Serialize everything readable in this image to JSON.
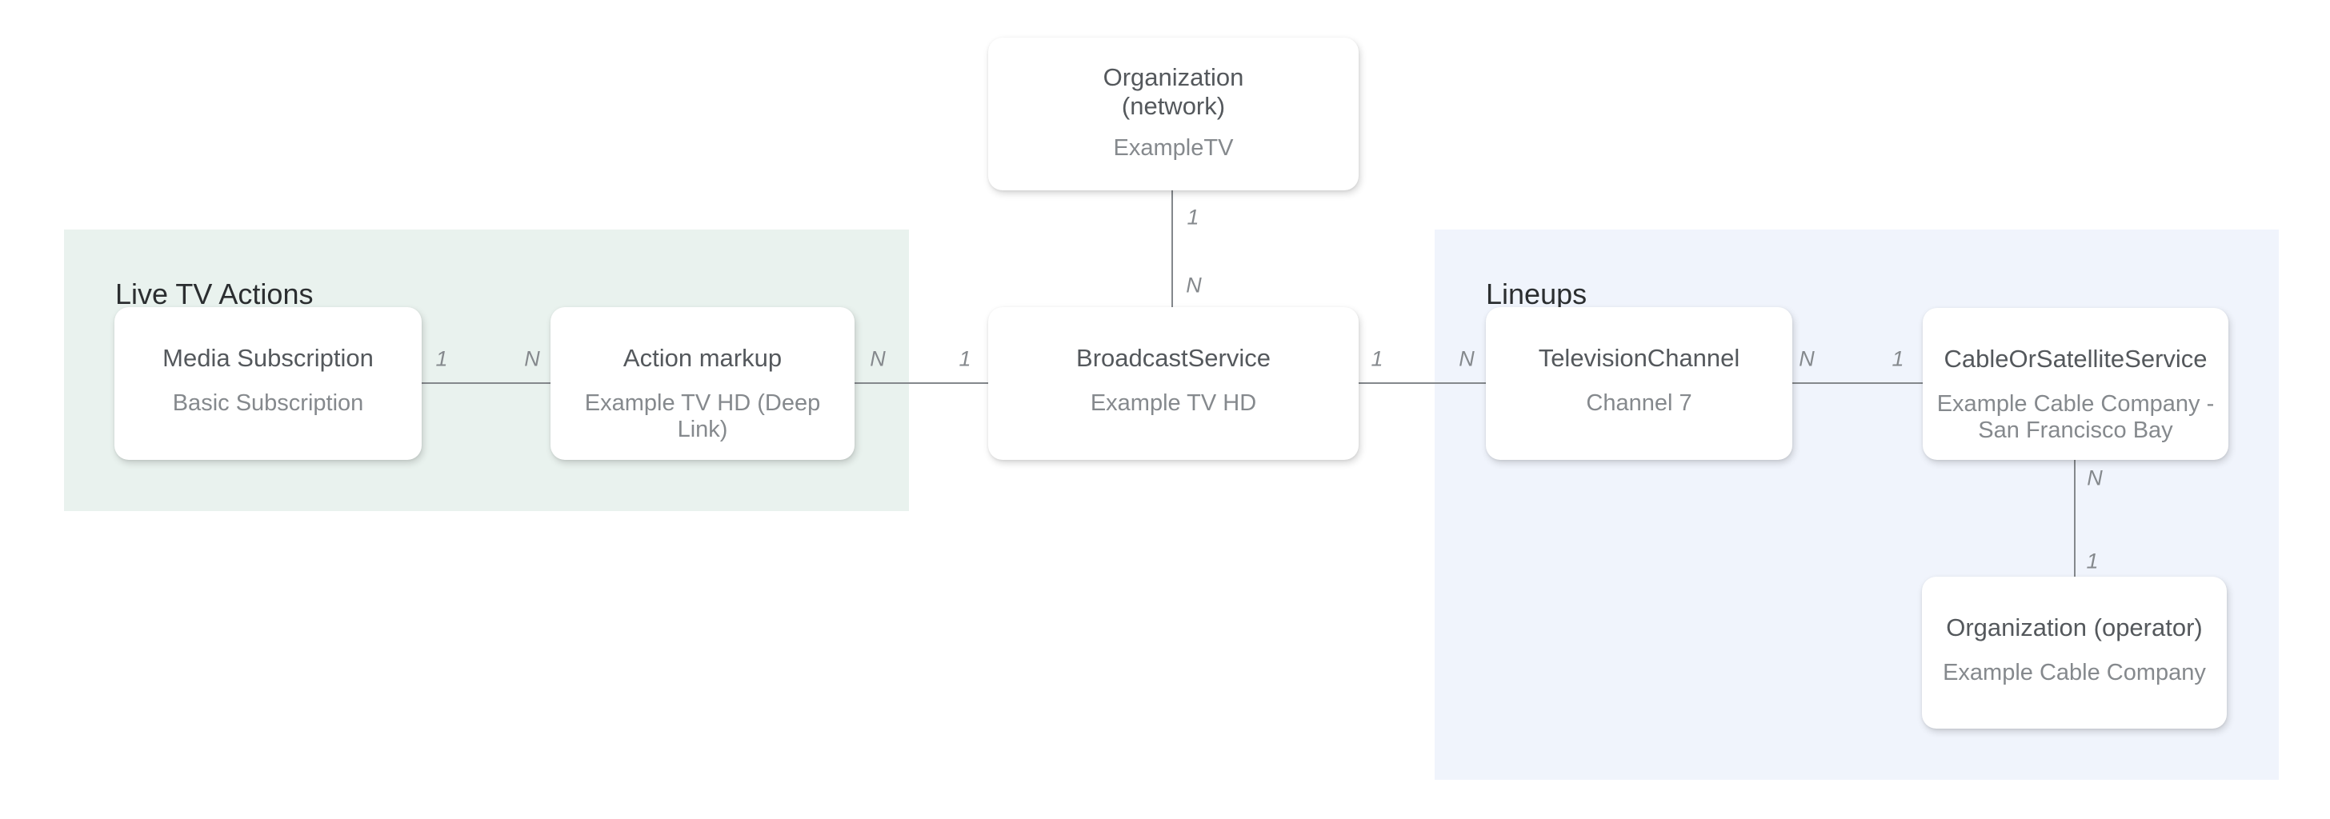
{
  "regions": [
    {
      "id": "live-tv-actions",
      "label": "Live TV Actions",
      "bg": "#e9f2ee"
    },
    {
      "id": "lineups",
      "label": "Lineups",
      "bg": "#f0f4fc"
    }
  ],
  "nodes": [
    {
      "id": "media-subscription",
      "title": "Media Subscription",
      "subtitle": "Basic Subscription"
    },
    {
      "id": "action-markup",
      "title": "Action markup",
      "subtitle": "Example TV HD (Deep Link)"
    },
    {
      "id": "organization-network",
      "title": "Organization (network)",
      "title_lines": [
        "Organization",
        "(network)"
      ],
      "subtitle": "ExampleTV"
    },
    {
      "id": "broadcast-service",
      "title": "BroadcastService",
      "subtitle": "Example TV HD"
    },
    {
      "id": "television-channel",
      "title": "TelevisionChannel",
      "subtitle": "Channel 7"
    },
    {
      "id": "cable-or-satellite-service",
      "title": "CableOrSatelliteService",
      "subtitle": "Example Cable Company - San Francisco Bay"
    },
    {
      "id": "organization-operator",
      "title": "Organization (operator)",
      "subtitle": "Example Cable Company"
    }
  ],
  "edges": [
    {
      "source": "media-subscription",
      "target": "action-markup",
      "source_cardinality": "1",
      "target_cardinality": "N"
    },
    {
      "source": "action-markup",
      "target": "broadcast-service",
      "source_cardinality": "N",
      "target_cardinality": "1"
    },
    {
      "source": "organization-network",
      "target": "broadcast-service",
      "source_cardinality": "1",
      "target_cardinality": "N"
    },
    {
      "source": "broadcast-service",
      "target": "television-channel",
      "source_cardinality": "1",
      "target_cardinality": "N"
    },
    {
      "source": "television-channel",
      "target": "cable-or-satellite-service",
      "source_cardinality": "N",
      "target_cardinality": "1"
    },
    {
      "source": "cable-or-satellite-service",
      "target": "organization-operator",
      "source_cardinality": "N",
      "target_cardinality": "1"
    }
  ],
  "colors": {
    "page_bg": "#ffffff",
    "section_live_tv_bg": "#e9f2ee",
    "section_lineups_bg": "#f0f4fc",
    "card_bg": "#ffffff",
    "connector_line": "#84888c",
    "section_title_text": "#2b2e30",
    "card_title_text": "#54585c",
    "card_subtitle_text": "#85898d",
    "cardinality_text": "#85898d"
  }
}
